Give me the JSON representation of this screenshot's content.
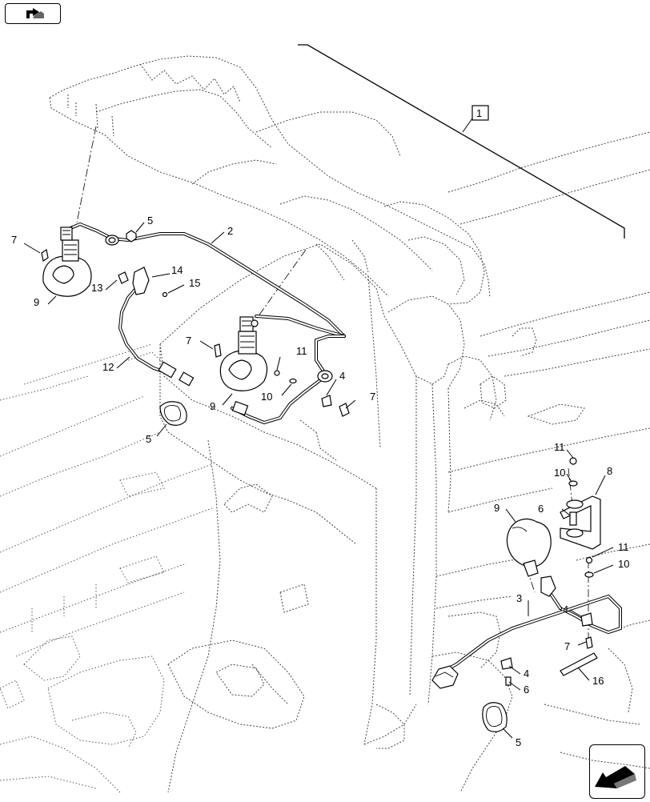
{
  "callouts": {
    "c1": "1",
    "c2": "2",
    "c3": "3",
    "c4a": "4",
    "c4b": "4",
    "c4c": "4",
    "c5a": "5",
    "c5b": "5",
    "c5c": "5",
    "c6a": "6",
    "c6b": "6",
    "c7a": "7",
    "c7b": "7",
    "c7c": "7",
    "c7d": "7",
    "c8": "8",
    "c9a": "9",
    "c9b": "9",
    "c9c": "9",
    "c10a": "10",
    "c10b": "10",
    "c10c": "10",
    "c11a": "11",
    "c11b": "11",
    "c11c": "11",
    "c12": "12",
    "c13": "13",
    "c14": "14",
    "c15": "15",
    "c16": "16"
  },
  "icons": {
    "top_nav": "folder-arrow-icon",
    "bottom_nav": "return-arrow-icon"
  }
}
